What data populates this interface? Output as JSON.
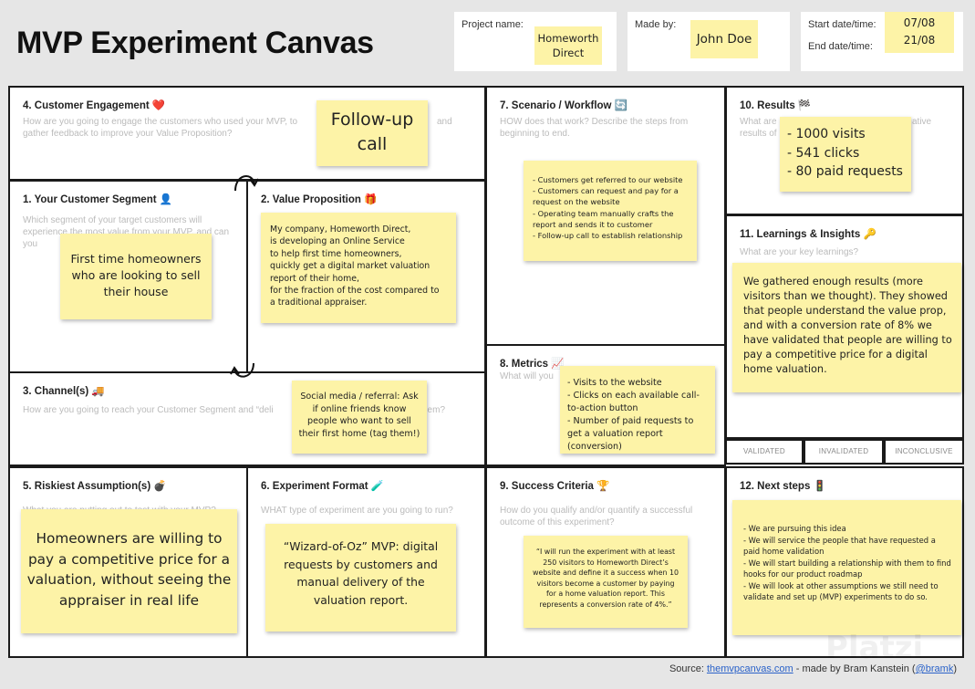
{
  "title": "MVP Experiment Canvas",
  "meta": {
    "project_label": "Project name:",
    "project_value": "Homeworth Direct",
    "made_by_label": "Made by:",
    "made_by_value": "John Doe",
    "start_label": "Start date/time:",
    "end_label": "End date/time:",
    "start_value": "07/08",
    "end_value": "21/08"
  },
  "cards": {
    "engagement": {
      "title": "4. Customer Engagement ❤️",
      "question": "How are you going to engage the customers who used your MVP, to gather feedback to improve your Value Proposition?",
      "question_tail": "and",
      "note": "Follow-up call"
    },
    "segment": {
      "title": "1. Your Customer Segment 👤",
      "question": "Which segment of your target customers will experience the most value from your MVP, and can you",
      "note": "First time homeowners who are looking to sell their house"
    },
    "value": {
      "title": "2. Value Proposition 🎁",
      "note": [
        "My company, Homeworth Direct,",
        "is developing an Online Service",
        "to help first time homeowners,",
        "quickly get a digital market valuation",
        "report of their home,",
        "for the fraction of the cost compared to",
        "a traditional appraiser."
      ]
    },
    "channels": {
      "title": "3. Channel(s) 🚚",
      "question": "How are you going to reach your Customer Segment and “deli",
      "question_tail": "hem?",
      "note": "Social media / referral: Ask if online friends know people who want to sell their first home (tag them!)"
    },
    "scenario": {
      "title": "7. Scenario / Workflow 🔄",
      "question": "HOW does that work? Describe the steps from beginning to end.",
      "note": [
        "- Customers get referred to our website",
        "- Customers can request and pay for a request on the website",
        "- Operating team manually crafts the report and sends it to customer",
        "- Follow-up call to establish relationship"
      ]
    },
    "metrics": {
      "title": "8. Metrics 📈",
      "question": "What will you",
      "note": [
        "- Visits to the website",
        "- Clicks on each available call-to-action button",
        "- Number of paid requests to get a valuation report (conversion)"
      ]
    },
    "results": {
      "title": "10. Results 🏁",
      "question": "What are",
      "question2": "results of",
      "question_tail": "ative",
      "note": [
        "- 1000 visits",
        "- 541 clicks",
        "- 80 paid requests"
      ]
    },
    "learnings": {
      "title": "11. Learnings & Insights 🔑",
      "question": "What are your key learnings?",
      "note": "We gathered enough results (more visitors than we thought). They showed that people understand the value prop, and with a conversion rate of 8% we have validated that people are willing to pay a competitive price for a digital home valuation."
    },
    "status": [
      "VALIDATED",
      "INVALIDATED",
      "INCONCLUSIVE"
    ],
    "riskiest": {
      "title": "5. Riskiest Assumption(s) 💣",
      "question": "What you are putting out to test with your MVP?",
      "note": "Homeowners are willing to pay a competitive price for a valuation, without seeing the appraiser in real life"
    },
    "format": {
      "title": "6. Experiment Format 🧪",
      "question": "WHAT type of experiment are you going to run?",
      "note": "“Wizard-of-Oz” MVP: digital requests by customers and manual delivery of the valuation report."
    },
    "criteria": {
      "title": "9. Success Criteria 🏆",
      "question": "How do you qualify and/or quantify a successful outcome of this experiment?",
      "note": "“I will run the experiment with at least 250 visitors to Homeworth Direct’s website and define it a success when 10 visitors become a customer by paying for a home valuation report. This represents a conversion rate of 4%.”"
    },
    "next": {
      "title": "12. Next steps 🚦",
      "note": [
        "- We are pursuing this idea",
        "- We will service the people that have requested a paid home validation",
        "- We will start building a relationship with them to find hooks for our product roadmap",
        "- We will look at other assumptions we still need to validate and set up (MVP) experiments to do so."
      ]
    }
  },
  "footer": {
    "source_label": "Source: ",
    "source_link": "themvpcanvas.com",
    "made_by": " - made by Bram Kanstein (",
    "handle": "@bramk",
    "close": ")"
  },
  "watermark": "Platzi"
}
